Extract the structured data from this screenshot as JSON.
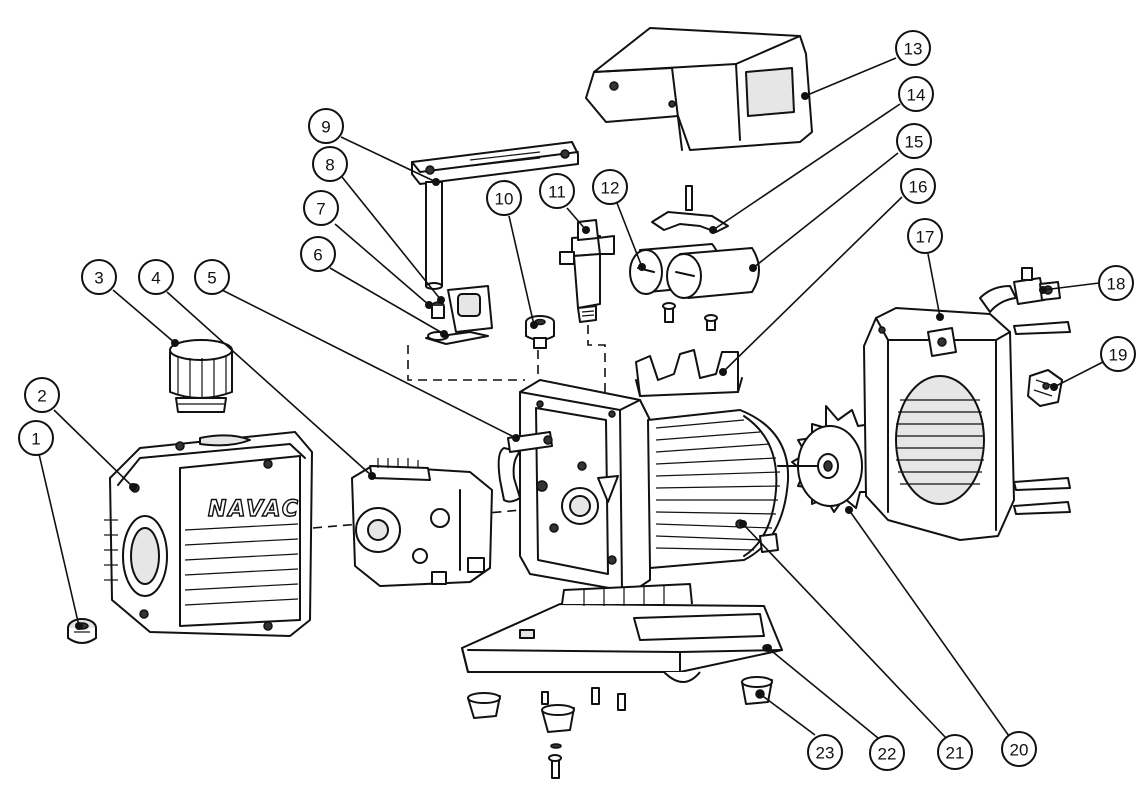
{
  "brand_label": "NAVAC",
  "callouts": [
    "1",
    "2",
    "3",
    "4",
    "5",
    "6",
    "7",
    "8",
    "9",
    "10",
    "11",
    "12",
    "13",
    "14",
    "15",
    "16",
    "17",
    "18",
    "19",
    "20",
    "21",
    "22",
    "23"
  ]
}
